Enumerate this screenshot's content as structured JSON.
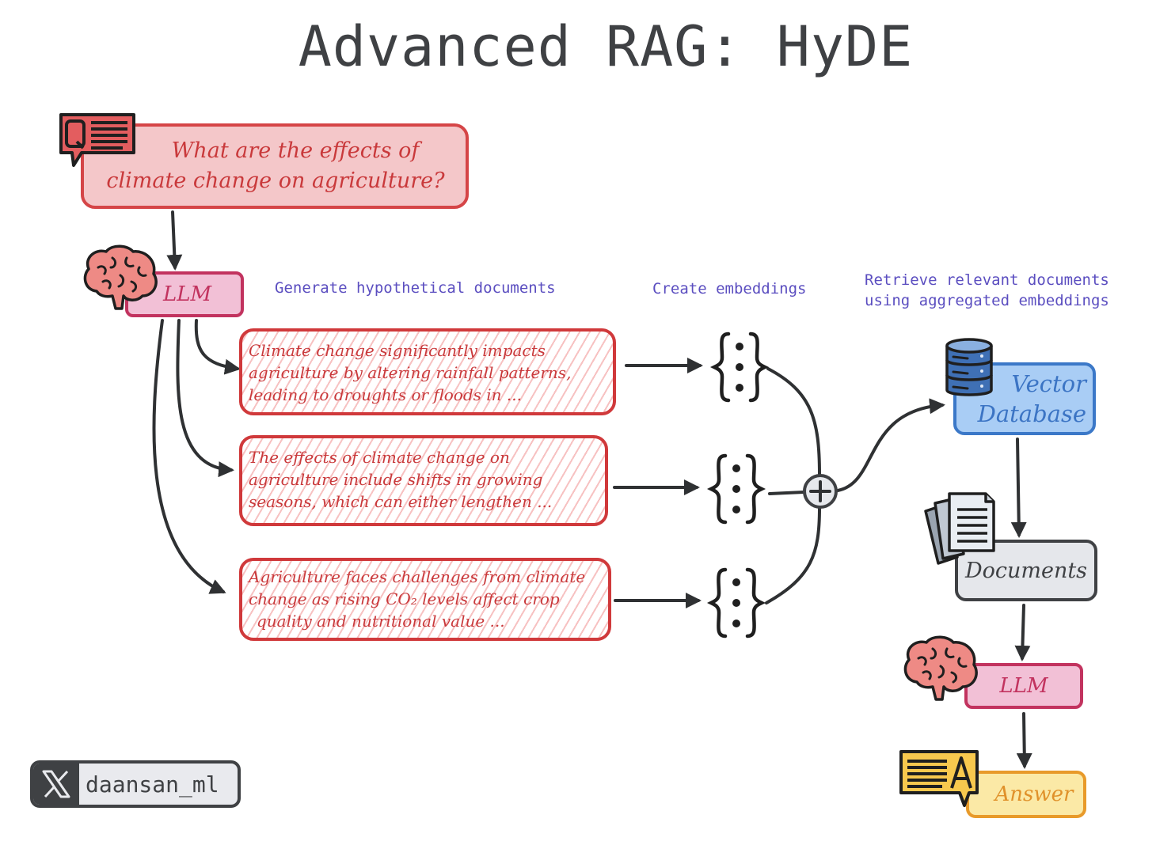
{
  "title": "Advanced RAG: HyDE",
  "query": {
    "icon": "question-bubble-icon",
    "lines": [
      "What are the effects of",
      "climate change on agriculture?"
    ]
  },
  "llm_generate": {
    "icon": "brain-icon",
    "label": "LLM"
  },
  "steps": {
    "generate": "Generate hypothetical documents",
    "embed": "Create embeddings",
    "retrieve": [
      "Retrieve relevant documents",
      "using aggregated embeddings"
    ]
  },
  "hypothetical_documents": [
    {
      "lines": [
        "Climate change significantly impacts",
        "agriculture by altering rainfall patterns,",
        "leading to droughts or floods in ..."
      ]
    },
    {
      "lines": [
        "The effects of climate change on",
        "agriculture include shifts in growing",
        "seasons, which can either lengthen ..."
      ]
    },
    {
      "lines": [
        "Agriculture faces challenges from climate",
        "change as rising CO₂ levels affect crop",
        "quality and nutritional value ..."
      ]
    }
  ],
  "embeddings": {
    "icon": "embedding-vector-icon",
    "count": 3,
    "aggregator_icon": "plus-circle-icon"
  },
  "vector_database": {
    "icon": "database-icon",
    "lines": [
      "Vector",
      "Database"
    ]
  },
  "documents": {
    "icon": "documents-stack-icon",
    "label": "Documents"
  },
  "llm_answer": {
    "icon": "brain-icon",
    "label": "LLM"
  },
  "answer": {
    "icon": "answer-bubble-icon",
    "label": "Answer"
  },
  "author": {
    "icon": "x-logo-icon",
    "handle": "daansan_ml"
  },
  "colors": {
    "query_fill": "#f4c7c9",
    "query_stroke": "#d54547",
    "llm_fill": "#f2c0d6",
    "llm_stroke": "#c2335f",
    "vector_fill": "#a9cdf5",
    "vector_stroke": "#3b78c8",
    "documents_fill": "#e5e7eb",
    "answer_fill": "#fbe9a6",
    "answer_stroke": "#e89a2a",
    "step_label": "#5b4ec0",
    "ink": "#3f4144"
  }
}
